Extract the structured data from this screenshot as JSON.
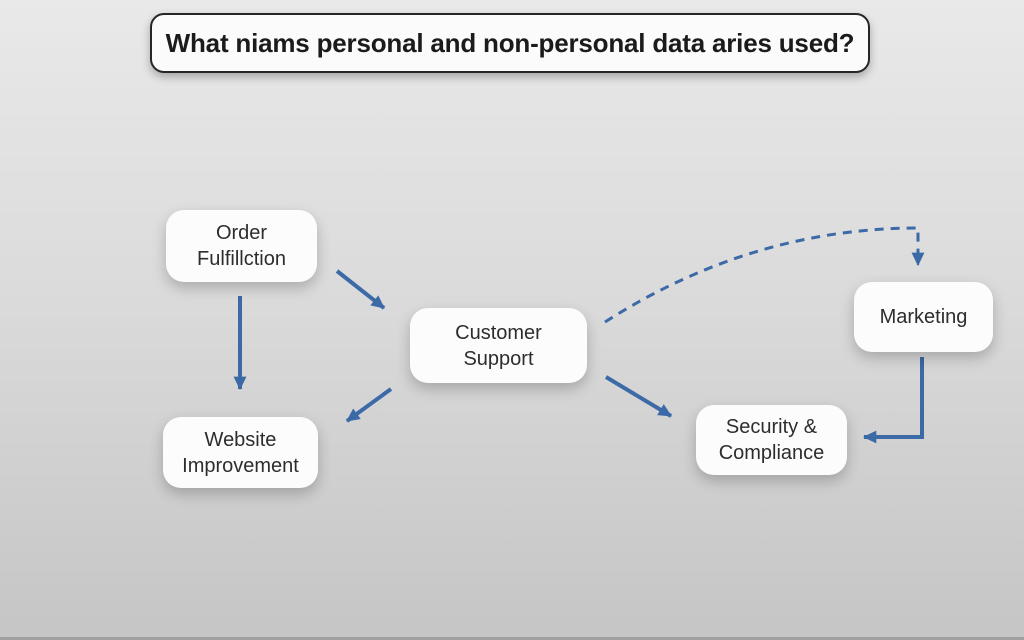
{
  "title": {
    "text": "What niams personal and non-personal data aries used?"
  },
  "diagram": {
    "nodes": {
      "order_fulfillment": {
        "label": "Order Fulfillction"
      },
      "customer_support": {
        "label": "Customer Support"
      },
      "website_improvement": {
        "label": "Website Improvement"
      },
      "marketing": {
        "label": "Marketing"
      },
      "security_compliance": {
        "label": "Security & Compliance"
      }
    },
    "edges": [
      {
        "from": "order_fulfillment",
        "to": "website_improvement",
        "style": "solid"
      },
      {
        "from": "order_fulfillment",
        "to": "customer_support",
        "style": "solid"
      },
      {
        "from": "customer_support",
        "to": "website_improvement",
        "style": "solid"
      },
      {
        "from": "customer_support",
        "to": "security_compliance",
        "style": "solid"
      },
      {
        "from": "customer_support",
        "to": "marketing",
        "style": "dashed-curve"
      },
      {
        "from": "marketing",
        "to": "security_compliance",
        "style": "solid-elbow"
      }
    ]
  },
  "colors": {
    "arrow": "#3b6aa6",
    "node_bg": "#fcfcfc",
    "node_text": "#2d2d2d",
    "title_text": "#1b1b1b",
    "title_border": "#262626",
    "background_top": "#e9e9e9",
    "background_bottom": "#c5c5c5"
  }
}
